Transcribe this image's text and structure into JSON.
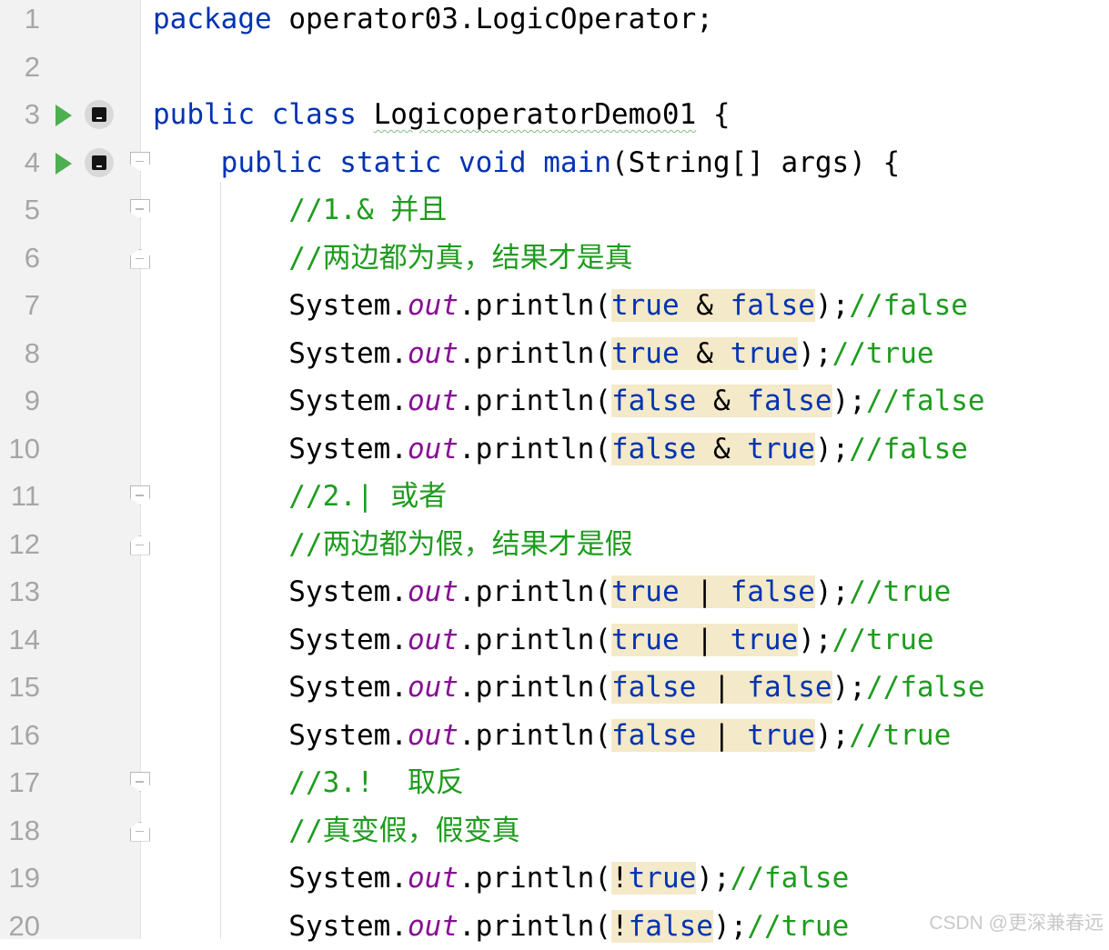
{
  "editor": {
    "lines": [
      {
        "n": "1",
        "tokens": [
          {
            "t": "package",
            "c": "kw"
          },
          {
            "t": " operator03.LogicOperator;",
            "c": ""
          }
        ]
      },
      {
        "n": "2",
        "tokens": []
      },
      {
        "n": "3",
        "run": true,
        "tokens": [
          {
            "t": "public class ",
            "c": "kw"
          },
          {
            "t": "LogicoperatorDemo01",
            "c": "squig"
          },
          {
            "t": " {",
            "c": ""
          }
        ]
      },
      {
        "n": "4",
        "run": true,
        "fold": "open",
        "tokens": [
          {
            "t": "    public static void ",
            "c": "kw"
          },
          {
            "t": "main",
            "c": "kw"
          },
          {
            "t": "(String[] args) {",
            "c": ""
          }
        ]
      },
      {
        "n": "5",
        "fold": "open",
        "tokens": [
          {
            "t": "        //1.& 并且",
            "c": "cm"
          }
        ]
      },
      {
        "n": "6",
        "fold": "close",
        "tokens": [
          {
            "t": "        //两边都为真，结果才是真",
            "c": "cm"
          }
        ]
      },
      {
        "n": "7",
        "tokens": [
          {
            "t": "        System.",
            "c": ""
          },
          {
            "t": "out",
            "c": "ital"
          },
          {
            "t": ".println(",
            "c": ""
          },
          {
            "t": "true",
            "c": "kwb hl"
          },
          {
            "t": " & ",
            "c": "hl"
          },
          {
            "t": "false",
            "c": "kwb hl"
          },
          {
            "t": ");",
            "c": ""
          },
          {
            "t": "//false",
            "c": "cm"
          }
        ]
      },
      {
        "n": "8",
        "tokens": [
          {
            "t": "        System.",
            "c": ""
          },
          {
            "t": "out",
            "c": "ital"
          },
          {
            "t": ".println(",
            "c": ""
          },
          {
            "t": "true",
            "c": "kwb hl"
          },
          {
            "t": " & ",
            "c": "hl"
          },
          {
            "t": "true",
            "c": "kwb hl"
          },
          {
            "t": ");",
            "c": ""
          },
          {
            "t": "//true",
            "c": "cm"
          }
        ]
      },
      {
        "n": "9",
        "tokens": [
          {
            "t": "        System.",
            "c": ""
          },
          {
            "t": "out",
            "c": "ital"
          },
          {
            "t": ".println(",
            "c": ""
          },
          {
            "t": "false",
            "c": "kwb hl"
          },
          {
            "t": " & ",
            "c": "hl"
          },
          {
            "t": "false",
            "c": "kwb hl"
          },
          {
            "t": ");",
            "c": ""
          },
          {
            "t": "//false",
            "c": "cm"
          }
        ]
      },
      {
        "n": "10",
        "tokens": [
          {
            "t": "        System.",
            "c": ""
          },
          {
            "t": "out",
            "c": "ital"
          },
          {
            "t": ".println(",
            "c": ""
          },
          {
            "t": "false",
            "c": "kwb hl"
          },
          {
            "t": " & ",
            "c": "hl"
          },
          {
            "t": "true",
            "c": "kwb hl"
          },
          {
            "t": ");",
            "c": ""
          },
          {
            "t": "//false",
            "c": "cm"
          }
        ]
      },
      {
        "n": "11",
        "fold": "open",
        "tokens": [
          {
            "t": "        //2.| 或者",
            "c": "cm"
          }
        ]
      },
      {
        "n": "12",
        "fold": "close",
        "tokens": [
          {
            "t": "        //两边都为假，结果才是假",
            "c": "cm"
          }
        ]
      },
      {
        "n": "13",
        "tokens": [
          {
            "t": "        System.",
            "c": ""
          },
          {
            "t": "out",
            "c": "ital"
          },
          {
            "t": ".println(",
            "c": ""
          },
          {
            "t": "true",
            "c": "kwb hl"
          },
          {
            "t": " | ",
            "c": "hl"
          },
          {
            "t": "false",
            "c": "kwb hl"
          },
          {
            "t": ");",
            "c": ""
          },
          {
            "t": "//true",
            "c": "cm"
          }
        ]
      },
      {
        "n": "14",
        "tokens": [
          {
            "t": "        System.",
            "c": ""
          },
          {
            "t": "out",
            "c": "ital"
          },
          {
            "t": ".println(",
            "c": ""
          },
          {
            "t": "true",
            "c": "kwb hl"
          },
          {
            "t": " | ",
            "c": "hl"
          },
          {
            "t": "true",
            "c": "kwb hl"
          },
          {
            "t": ");",
            "c": ""
          },
          {
            "t": "//true",
            "c": "cm"
          }
        ]
      },
      {
        "n": "15",
        "tokens": [
          {
            "t": "        System.",
            "c": ""
          },
          {
            "t": "out",
            "c": "ital"
          },
          {
            "t": ".println(",
            "c": ""
          },
          {
            "t": "false",
            "c": "kwb hl"
          },
          {
            "t": " | ",
            "c": "hl"
          },
          {
            "t": "false",
            "c": "kwb hl"
          },
          {
            "t": ");",
            "c": ""
          },
          {
            "t": "//false",
            "c": "cm"
          }
        ]
      },
      {
        "n": "16",
        "tokens": [
          {
            "t": "        System.",
            "c": ""
          },
          {
            "t": "out",
            "c": "ital"
          },
          {
            "t": ".println(",
            "c": ""
          },
          {
            "t": "false",
            "c": "kwb hl"
          },
          {
            "t": " | ",
            "c": "hl"
          },
          {
            "t": "true",
            "c": "kwb hl"
          },
          {
            "t": ");",
            "c": ""
          },
          {
            "t": "//true",
            "c": "cm"
          }
        ]
      },
      {
        "n": "17",
        "fold": "open",
        "tokens": [
          {
            "t": "        //3.!  取反",
            "c": "cm"
          }
        ]
      },
      {
        "n": "18",
        "fold": "close",
        "tokens": [
          {
            "t": "        //真变假，假变真",
            "c": "cm"
          }
        ]
      },
      {
        "n": "19",
        "tokens": [
          {
            "t": "        System.",
            "c": ""
          },
          {
            "t": "out",
            "c": "ital"
          },
          {
            "t": ".println(",
            "c": ""
          },
          {
            "t": "!",
            "c": "hl"
          },
          {
            "t": "true",
            "c": "kwb hl"
          },
          {
            "t": ");",
            "c": ""
          },
          {
            "t": "//false",
            "c": "cm"
          }
        ]
      },
      {
        "n": "20",
        "tokens": [
          {
            "t": "        System.",
            "c": ""
          },
          {
            "t": "out",
            "c": "ital"
          },
          {
            "t": ".println(",
            "c": ""
          },
          {
            "t": "!",
            "c": "hl"
          },
          {
            "t": "false",
            "c": "kwb hl"
          },
          {
            "t": ");",
            "c": ""
          },
          {
            "t": "//true",
            "c": "cm"
          }
        ]
      }
    ]
  },
  "watermark": "CSDN @更深兼春远",
  "colors": {
    "keyword": "#0033b3",
    "comment": "#1e9c1e",
    "field": "#871094",
    "highlight": "#f4e9c8",
    "run": "#4caf50"
  }
}
